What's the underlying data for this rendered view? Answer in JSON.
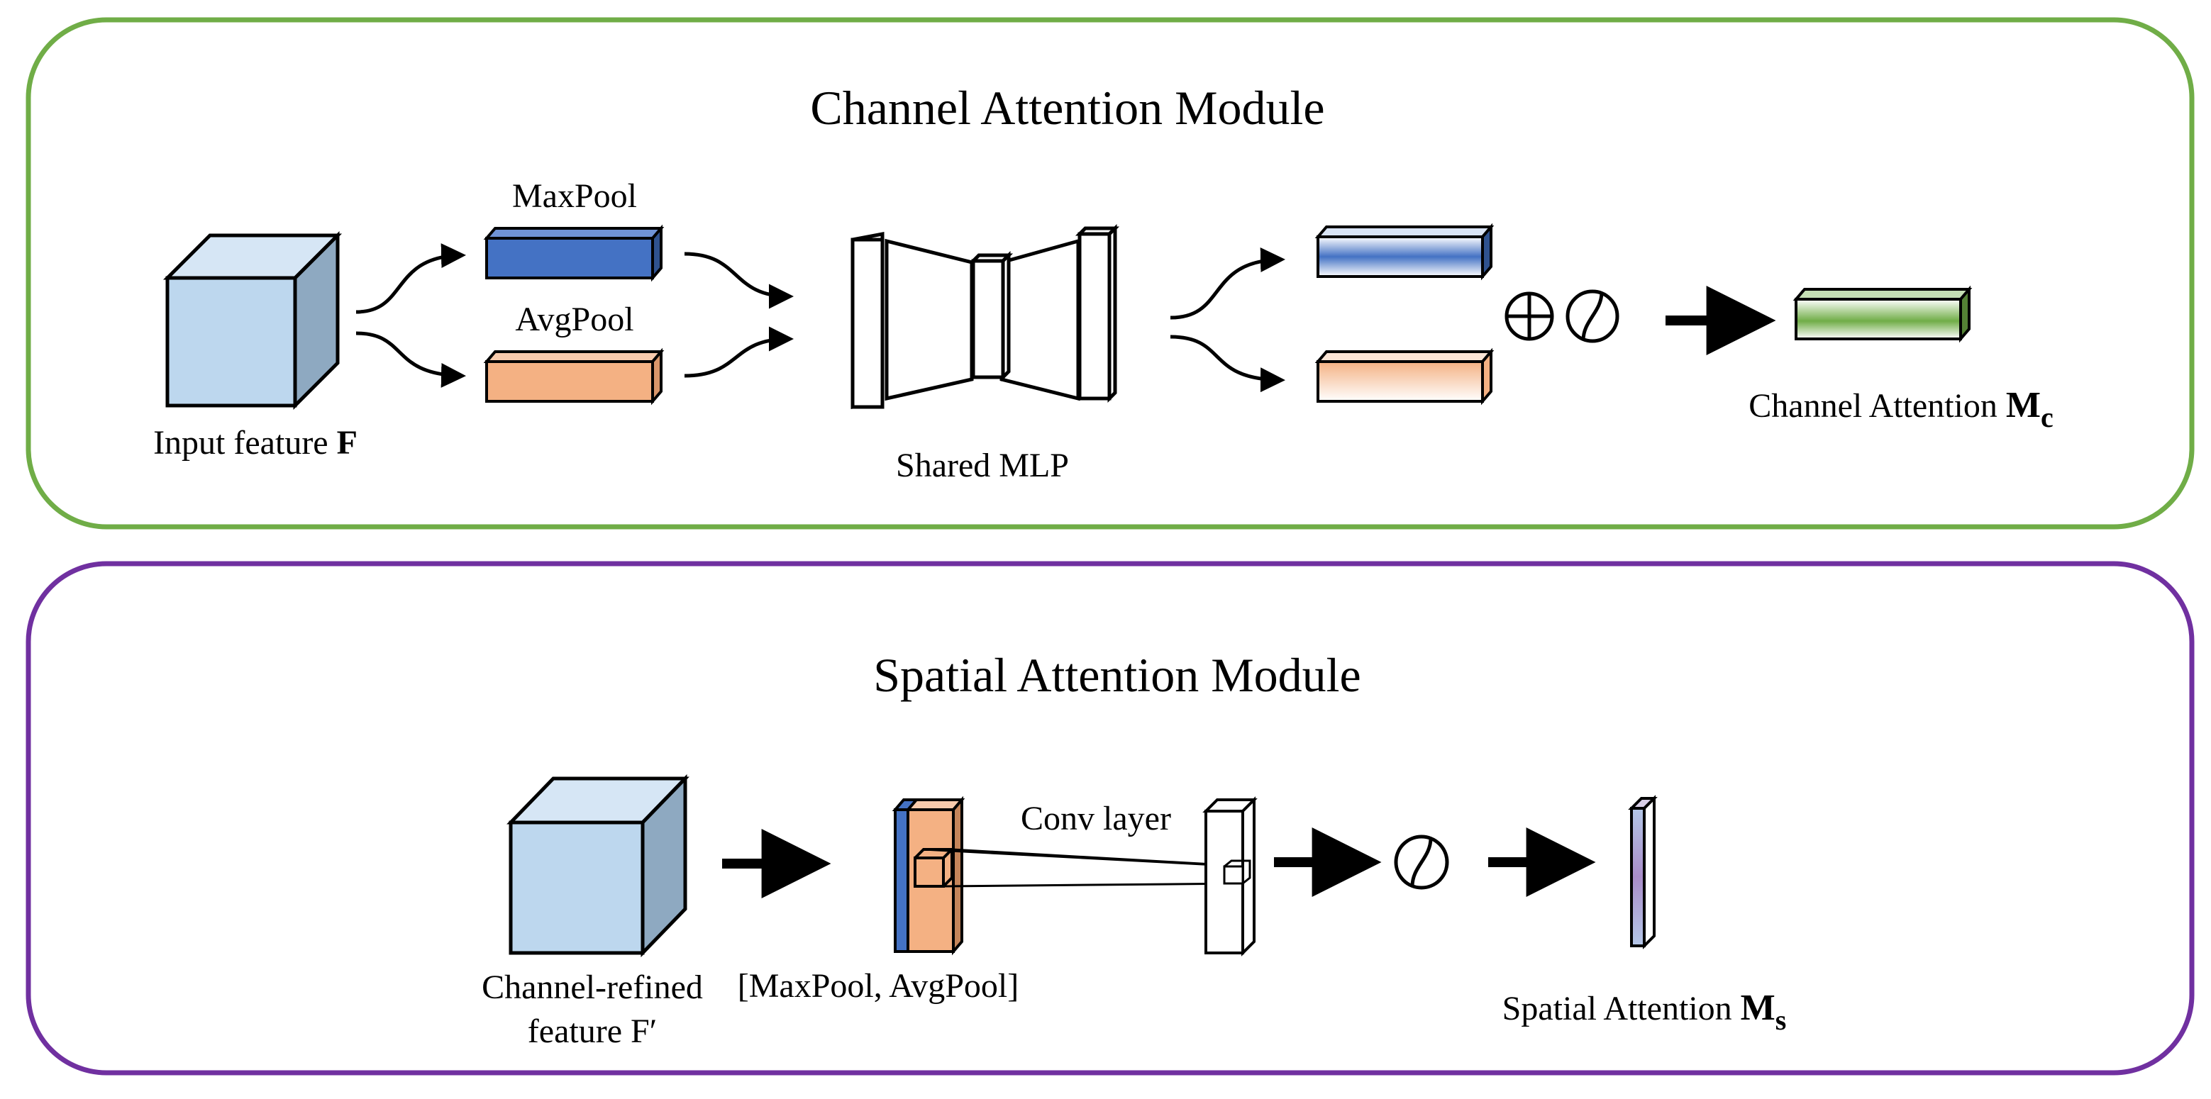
{
  "channel_module": {
    "title": "Channel Attention Module",
    "input_label_prefix": "Input feature ",
    "input_label_bold": "F",
    "maxpool_label": "MaxPool",
    "avgpool_label": "AvgPool",
    "mlp_label": "Shared MLP",
    "output_label_prefix": "Channel Attention ",
    "output_label_bold": "M",
    "output_label_sub": "c",
    "border_color": "#70ad47"
  },
  "spatial_module": {
    "title": "Spatial Attention Module",
    "input_label_line1": "Channel-refined",
    "input_label_line2": "feature F′",
    "concat_label": "[MaxPool, AvgPool]",
    "conv_label": "Conv layer",
    "output_label_prefix": "Spatial Attention ",
    "output_label_bold": "M",
    "output_label_sub": "s",
    "border_color": "#7030a0"
  },
  "colors": {
    "cube_front": "#bdd7ee",
    "cube_side": "#8ea9c1",
    "maxpool_blue": "#4472c4",
    "avgpool_orange": "#f4b183",
    "attention_green": "#70ad47",
    "spatial_purple": "#a98dc9"
  }
}
